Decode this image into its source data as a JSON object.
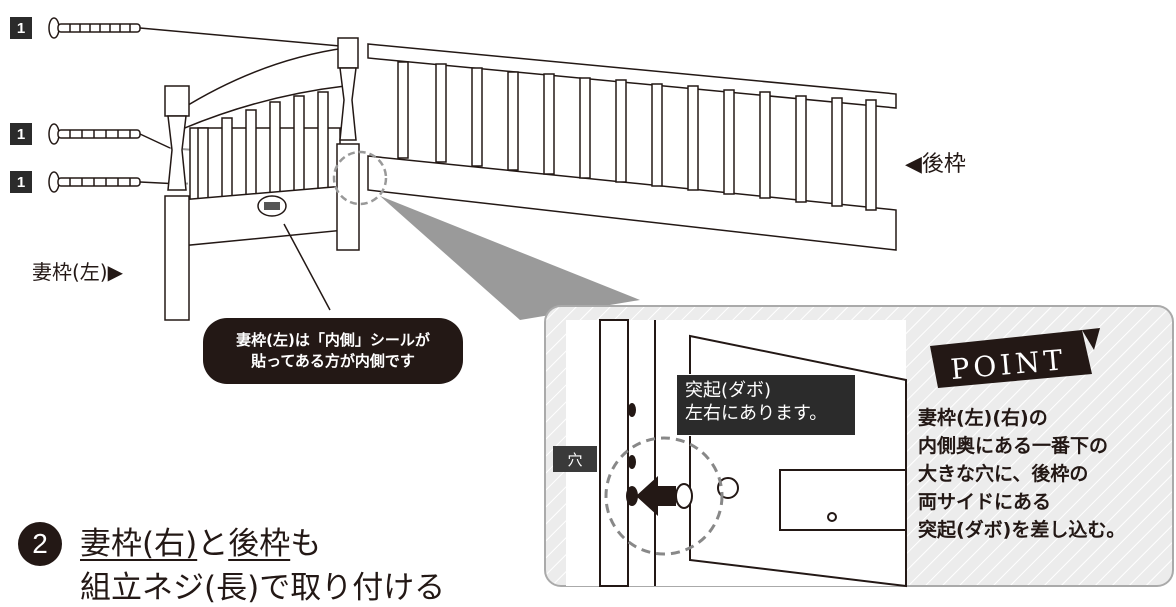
{
  "badge_number": "1",
  "labels": {
    "back_frame": "◀後枠",
    "end_frame_left": "妻枠(左)▶"
  },
  "note": {
    "line1": "妻枠(左)は「内側」シールが",
    "line2": "貼ってある方が内側です"
  },
  "point": {
    "title": "POINT",
    "dowel_line1": "突起(ダボ)",
    "dowel_line2": "左右にあります。",
    "hole": "穴",
    "text": [
      "妻枠(左)(右)の",
      "内側奥にある一番下の",
      "大きな穴に、後枠の",
      "両サイドにある",
      "突起(ダボ)を差し込む。"
    ]
  },
  "step": {
    "number": "2",
    "part1": "妻枠(右)",
    "part2": "と",
    "part3": "後枠",
    "part4": "も",
    "line2": "組立ネジ(長)で取り付ける"
  },
  "colors": {
    "ink": "#231815",
    "panel": "#ececec",
    "arrow_gray": "#999999"
  }
}
